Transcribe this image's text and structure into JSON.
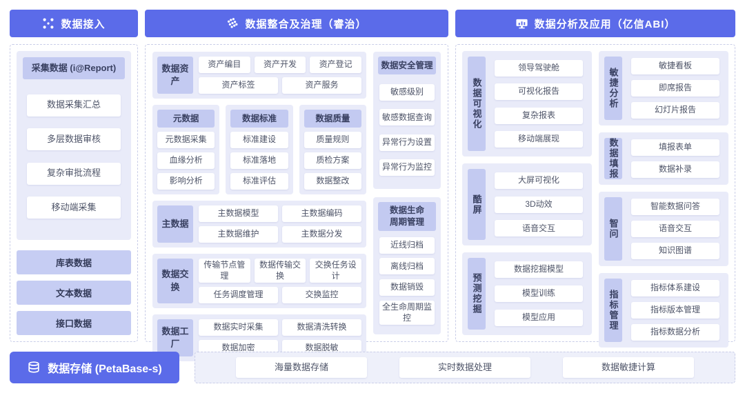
{
  "colors": {
    "header_bg": "#5b6be9",
    "panel_border": "#c9cde8",
    "group_bg": "#e9ebf9",
    "label_bg": "#c3caf1",
    "solid_item_bg": "#c6cdf3",
    "item_bg": "#ffffff",
    "bottom_bar_bg": "#eef0fa"
  },
  "icons": {
    "access": "dots-x-icon",
    "governance": "dots-cluster-icon",
    "analysis": "monitor-chart-icon",
    "storage": "database-icon"
  },
  "headers": {
    "access": {
      "label": "数据接入"
    },
    "governance": {
      "label": "数据整合及治理（睿治）"
    },
    "analysis": {
      "label": "数据分析及应用（亿信ABI）"
    }
  },
  "left": {
    "collect": {
      "header": "采集数据 (i@Report)",
      "items": [
        "数据采集汇总",
        "多层数据审核",
        "复杂审批流程",
        "移动端采集"
      ]
    },
    "sources": [
      "库表数据",
      "文本数据",
      "接口数据"
    ]
  },
  "middle": {
    "asset": {
      "label": "数据资产",
      "row1": [
        "资产编目",
        "资产开发",
        "资产登记"
      ],
      "row2": [
        "资产标签",
        "资产服务"
      ]
    },
    "meta": {
      "header": "元数据",
      "items": [
        "元数据采集",
        "血缘分析",
        "影响分析"
      ]
    },
    "standard": {
      "header": "数据标准",
      "items": [
        "标准建设",
        "标准落地",
        "标准评估"
      ]
    },
    "quality": {
      "header": "数据质量",
      "items": [
        "质量规则",
        "质检方案",
        "数据整改"
      ]
    },
    "master": {
      "label": "主数据",
      "row1": [
        "主数据模型",
        "主数据编码"
      ],
      "row2": [
        "主数据维护",
        "主数据分发"
      ]
    },
    "exchange": {
      "label": "数据交换",
      "row1": [
        "传输节点管理",
        "数据传输交换",
        "交换任务设计"
      ],
      "row2": [
        "任务调度管理",
        "交换监控"
      ]
    },
    "factory": {
      "label": "数据工厂",
      "row1": [
        "数据实时采集",
        "数据清洗转换"
      ],
      "row2": [
        "数据加密",
        "数据脱敏"
      ]
    },
    "security": {
      "header": "数据安全管理",
      "items": [
        "敏感级别",
        "敏感数据查询",
        "异常行为设置",
        "异常行为监控"
      ]
    },
    "lifecycle": {
      "header": "数据生命周期管理",
      "items": [
        "近线归档",
        "离线归档",
        "数据销毁",
        "全生命周期监控"
      ]
    }
  },
  "right": {
    "visual": {
      "label": "数据可视化",
      "items": [
        "领导驾驶舱",
        "可视化报告",
        "复杂报表",
        "移动端展现"
      ]
    },
    "coolscreen": {
      "label": "酷屏",
      "items": [
        "大屏可视化",
        "3D动效",
        "语音交互"
      ]
    },
    "mining": {
      "label": "预测挖掘",
      "items": [
        "数据挖掘模型",
        "模型训练",
        "模型应用"
      ]
    },
    "agile": {
      "label": "敏捷分析",
      "items": [
        "敏捷看板",
        "即席报告",
        "幻灯片报告"
      ]
    },
    "filling": {
      "label": "数据填报",
      "items": [
        "填报表单",
        "数据补录"
      ]
    },
    "zhiwen": {
      "label": "智问",
      "items": [
        "智能数据问答",
        "语音交互",
        "知识图谱"
      ]
    },
    "indicator": {
      "label": "指标管理",
      "items": [
        "指标体系建设",
        "指标版本管理",
        "指标数据分析"
      ]
    }
  },
  "storage": {
    "label": "数据存储 (PetaBase-s)"
  },
  "bottom": {
    "items": [
      "海量数据存储",
      "实时数据处理",
      "数据敏捷计算"
    ]
  }
}
